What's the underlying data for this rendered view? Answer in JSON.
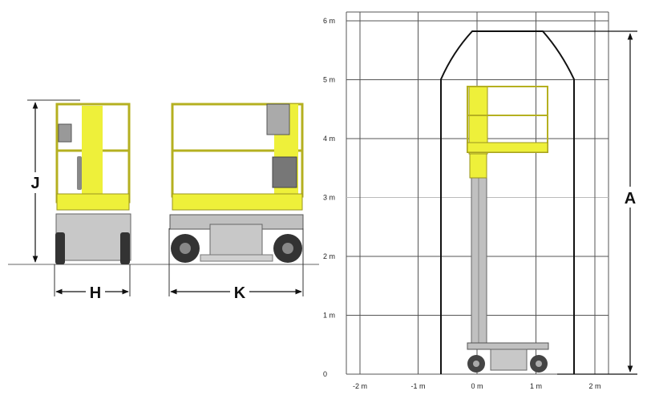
{
  "front_view": {
    "height_label": "J",
    "width_label": "H"
  },
  "side_view": {
    "length_label": "K"
  },
  "working_envelope": {
    "height_label": "A",
    "y_ticks": [
      "0",
      "1 m",
      "2 m",
      "3 m",
      "4 m",
      "5 m",
      "6 m"
    ],
    "x_ticks": [
      "-2 m",
      "-1 m",
      "0 m",
      "1 m",
      "2 m"
    ]
  },
  "colors": {
    "machine_yellow": "#eef03a",
    "chassis_grey": "#c4c4c4",
    "grid": "#555555"
  }
}
